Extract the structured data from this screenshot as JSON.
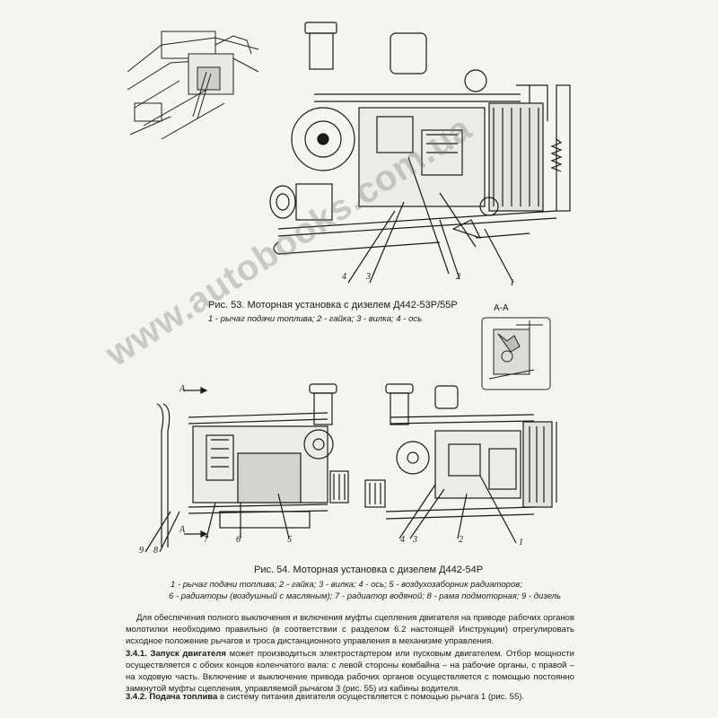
{
  "fig53": {
    "caption": "Рис. 53. Моторная установка с дизелем Д442-53Р/55Р",
    "legend": "1 - рычаг подачи топлива; 2 - гайка; 3 - вилка; 4 - ось",
    "callouts": [
      "4",
      "3",
      "2",
      "1"
    ]
  },
  "section_aa": {
    "label": "А-А"
  },
  "fig54": {
    "caption": "Рис. 54. Моторная установка с дизелем Д442-54Р",
    "legend_line1": "1 - рычаг подачи топлива; 2 - гайка; 3 - вилка; 4 - ось; 5 - воздухозаборник радиаторов;",
    "legend_line2": "6 - радиаторы (воздушный с масляным); 7 - радиатор водяной; 8 - рама подмоторная; 9 - дизель",
    "arrow_label": "А",
    "callouts_left": [
      "9",
      "8",
      "7",
      "6",
      "5"
    ],
    "callouts_right": [
      "4",
      "3",
      "2",
      "1"
    ]
  },
  "text": {
    "para1": "Для обеспечения полного выключения и включения муфты сцепления двигателя на приводе рабочих органов молотилки необходимо правильно (в соответствии с разделом 6.2 настоящей Инструкции) отрегулировать исходное положение рычагов и троса дистанционного управления в механизме управления.",
    "p341_head": "3.4.1. Запуск двигателя",
    "p341_body": " может производиться электростартером или пусковым двигателем. Отбор мощности осуществляется с обоих концов коленчатого вала: с левой стороны комбайна – на рабочие органы, с правой – на ходовую часть. Включение и выключение привода рабочих органов осуществляется с помощью постоянно замкнутой муфты сцепления, управляемой рычагом 3 (рис. 55) из кабины водителя.",
    "p342_head": "3.4.2. Подача топлива",
    "p342_body": " в систему питания двигателя осуществляется с помощью рычага 1 (рис. 55)."
  },
  "watermark": "www.autobooks.com.ua"
}
